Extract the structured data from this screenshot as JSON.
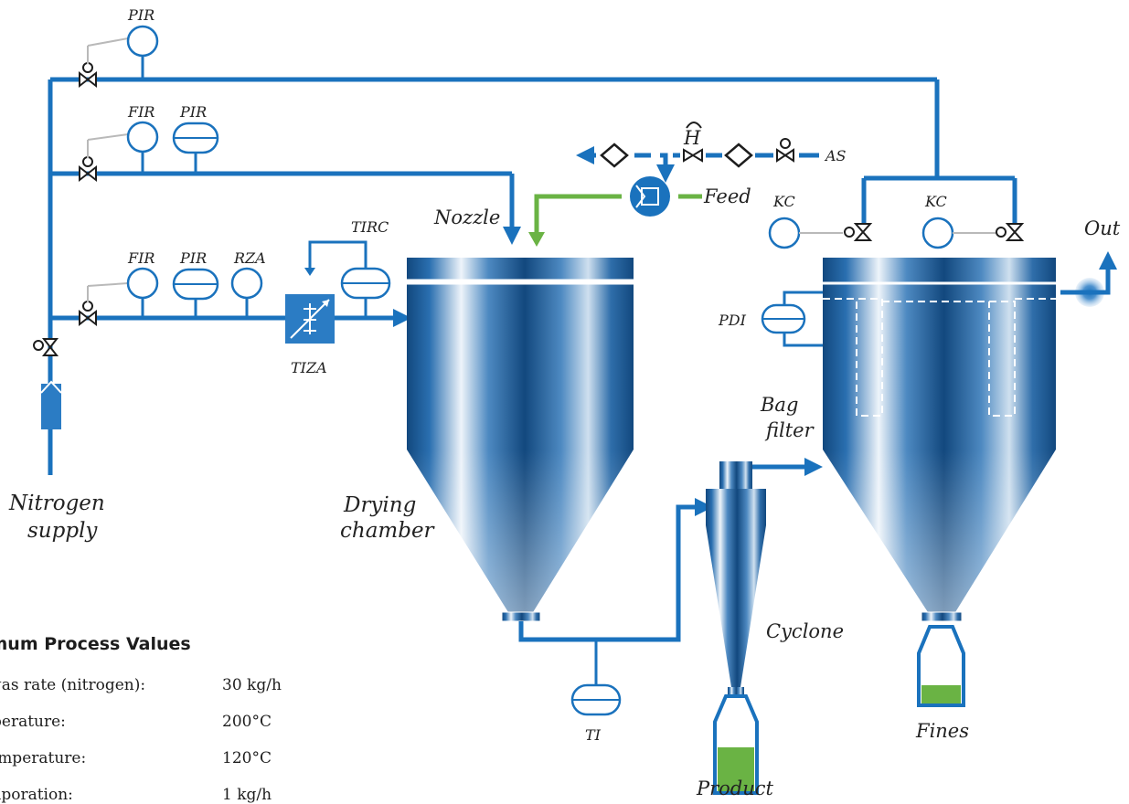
{
  "labels": {
    "pir_top": "PIR",
    "fir_mid": "FIR",
    "pir_mid": "PIR",
    "fir_low": "FIR",
    "pir_low": "PIR",
    "rza": "RZA",
    "tirc": "TIRC",
    "tiza": "TIZA",
    "nozzle": "Nozzle",
    "feed": "Feed",
    "h": "H",
    "as": "AS",
    "kc_left": "KC",
    "kc_right": "KC",
    "out": "Out",
    "pdi": "PDI",
    "bag_filter_1": "Bag",
    "bag_filter_2": "filter",
    "nitrogen_1": "Nitrogen",
    "nitrogen_2": "supply",
    "drying_1": "Drying",
    "drying_2": "chamber",
    "cyclone": "Cyclone",
    "ti": "TI",
    "product": "Product",
    "fines": "Fines"
  },
  "process_values": {
    "title": "imum Process Values",
    "rows": [
      {
        "label": "ess gas rate (nitrogen):",
        "value": "30 kg/h"
      },
      {
        "label": "temperature:",
        "value": "200°C"
      },
      {
        "label": "et temperature:",
        "value": "120°C"
      },
      {
        "label": "r evaporation:",
        "value": "1 kg/h"
      }
    ]
  },
  "colors": {
    "pipe": "#1a72bd",
    "feed_line": "#6ab344",
    "vessel_dark": "#12487e",
    "vessel_light": "#e9f1f8",
    "signal_line": "#b9b9b9"
  }
}
